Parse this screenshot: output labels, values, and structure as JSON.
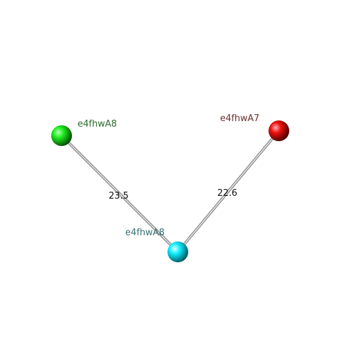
{
  "nodes": [
    {
      "id": "green",
      "label": "e4fhwA8",
      "color": "#00dd00",
      "label_color": "#2f6b2f"
    },
    {
      "id": "red",
      "label": "e4fhwA7",
      "color": "#dd0000",
      "label_color": "#6b2f2f"
    },
    {
      "id": "cyan",
      "label": "e4fhwA8",
      "color": "#00e0ee",
      "label_color": "#3a7070"
    }
  ],
  "edges": [
    {
      "from": "green",
      "to": "cyan",
      "label": "23.5"
    },
    {
      "from": "red",
      "to": "cyan",
      "label": "22.6"
    }
  ]
}
